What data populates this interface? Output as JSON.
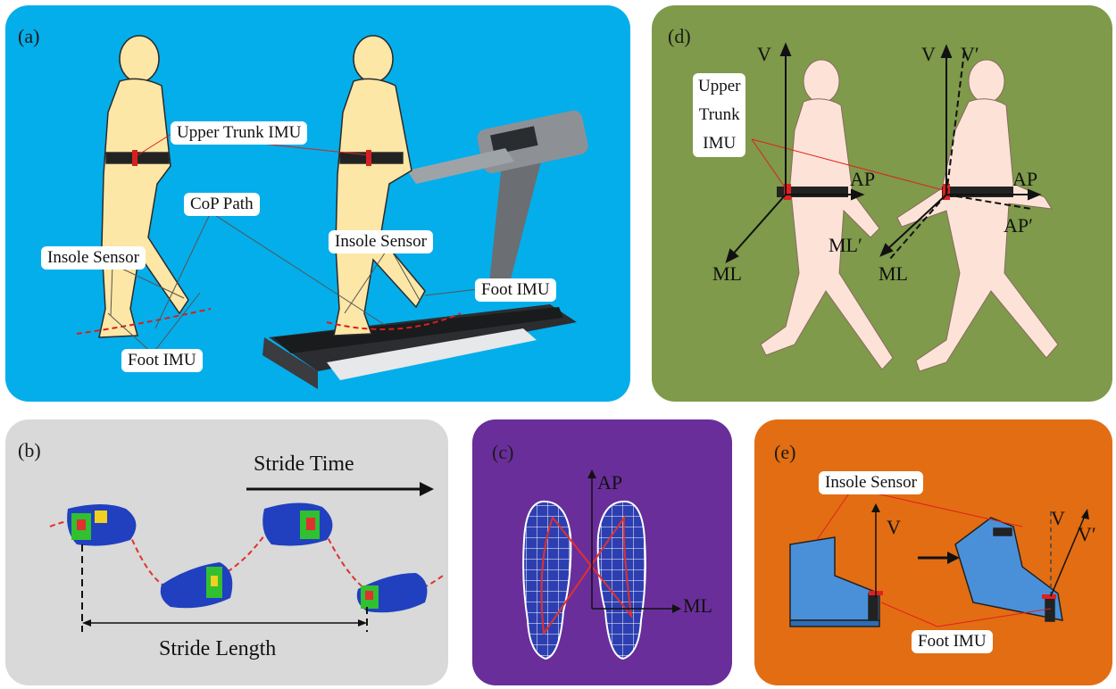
{
  "panels": {
    "a": {
      "label": "(a)",
      "color": "#04aeea",
      "tags": {
        "upper_trunk_imu": "Upper Trunk IMU",
        "cop_path": "CoP Path",
        "insole_sensor_left": "Insole Sensor",
        "insole_sensor_right": "Insole Sensor",
        "foot_imu_right": "Foot IMU",
        "foot_imu_bottom": "Foot IMU"
      }
    },
    "b": {
      "label": "(b)",
      "color": "#d8d9d8",
      "stride_time": "Stride Time",
      "stride_length": "Stride Length"
    },
    "c": {
      "label": "(c)",
      "color": "#6a2e9b",
      "axis_ap": "AP",
      "axis_ml": "ML"
    },
    "d": {
      "label": "(d)",
      "color": "#7e9a4a",
      "imu_tag": [
        "Upper",
        "Trunk",
        "IMU"
      ],
      "axes_left": {
        "v": "V",
        "ap": "AP",
        "ml": "ML"
      },
      "axes_right": {
        "v": "V",
        "v_prime": "V′",
        "ap": "AP",
        "ap_prime": "AP′",
        "ml": "ML",
        "ml_prime": "ML′"
      }
    },
    "e": {
      "label": "(e)",
      "color": "#e36d12",
      "insole_sensor": "Insole Sensor",
      "foot_imu": "Foot IMU",
      "axis_v_left": "V",
      "axis_v_right": "V",
      "axis_v_prime": "V′"
    }
  }
}
